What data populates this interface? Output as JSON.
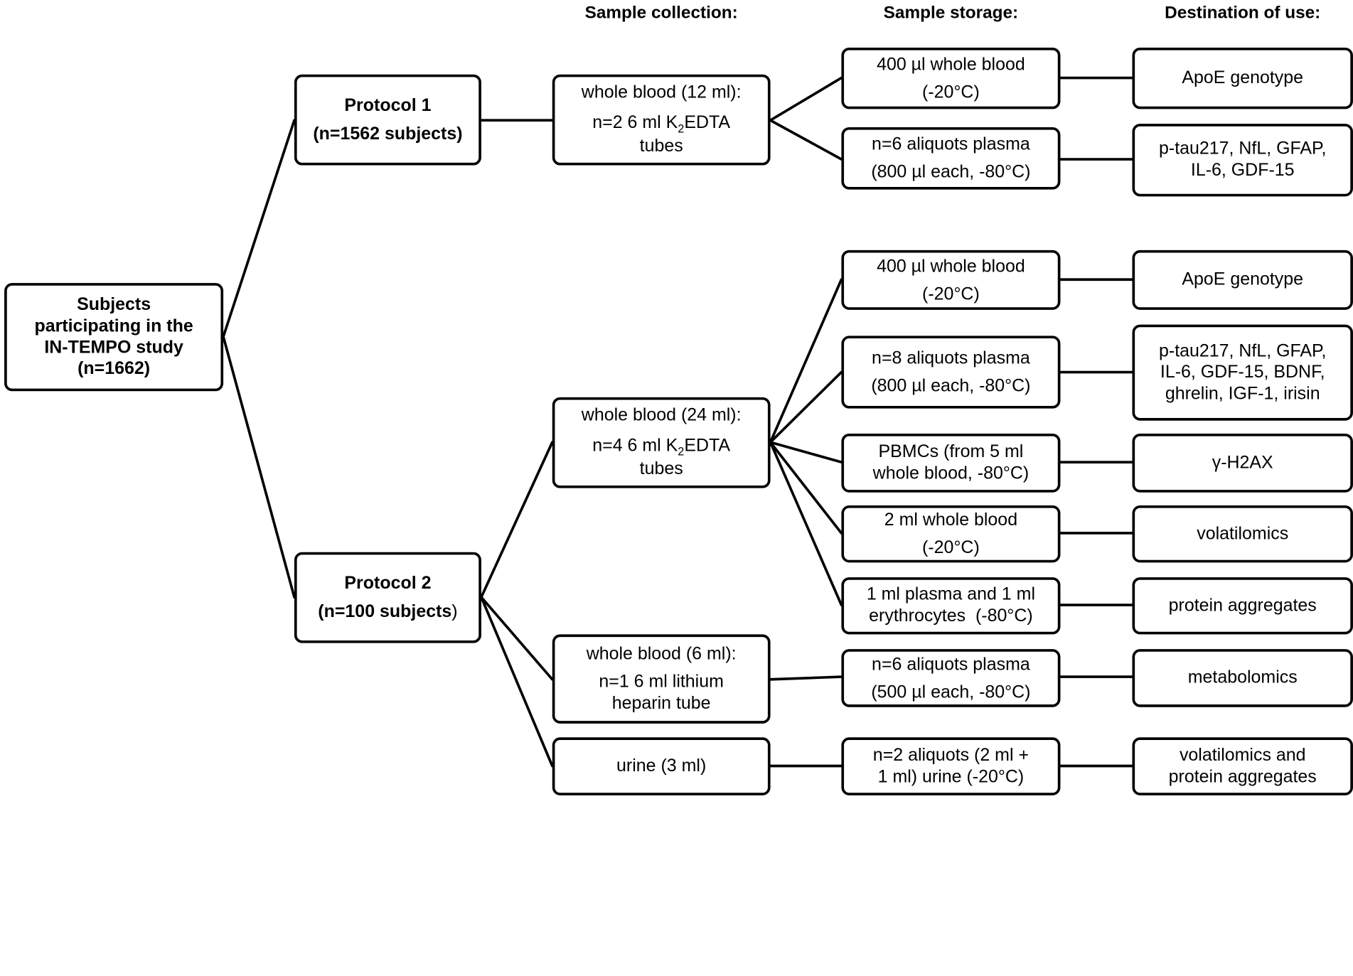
{
  "headers": {
    "collection": "Sample collection:",
    "storage": "Sample storage:",
    "destination": "Destination of use:"
  },
  "root": {
    "lines": [
      "Subjects",
      "participating in the",
      "IN-TEMPO study",
      "(n=1662)"
    ]
  },
  "protocol1": {
    "lines": [
      "Protocol 1",
      "(n=1562 subjects)"
    ]
  },
  "protocol2": {
    "line1": "Protocol 2",
    "line2a": "(n=100 subjects",
    "line2b": ")"
  },
  "collection": {
    "p1_blood": {
      "line1": "whole blood (12 ml):",
      "line2a": "n=2 6 ml K",
      "line2sub": "2",
      "line2b": "EDTA",
      "line3": "tubes"
    },
    "p2_blood": {
      "line1": "whole blood (24 ml):",
      "line2a": "n=4 6 ml K",
      "line2sub": "2",
      "line2b": "EDTA",
      "line3": "tubes"
    },
    "p2_heparin": {
      "lines": [
        "whole blood (6 ml):",
        "n=1 6 ml lithium",
        "heparin tube"
      ]
    },
    "p2_urine": {
      "lines": [
        "urine (3 ml)"
      ]
    }
  },
  "storage": {
    "s1": {
      "lines": [
        "400 µl whole blood",
        "(-20°C)"
      ]
    },
    "s2": {
      "lines": [
        "n=6 aliquots plasma",
        "(800 µl each, -80°C)"
      ]
    },
    "s3": {
      "lines": [
        "400 µl whole blood",
        "(-20°C)"
      ]
    },
    "s4": {
      "lines": [
        "n=8 aliquots plasma",
        "(800 µl each, -80°C)"
      ]
    },
    "s5": {
      "lines": [
        "PBMCs (from 5 ml",
        "whole blood, -80°C)"
      ]
    },
    "s6": {
      "lines": [
        "2 ml whole blood",
        "(-20°C)"
      ]
    },
    "s7": {
      "lines": [
        "1 ml plasma and 1 ml",
        "erythrocytes  (-80°C)"
      ]
    },
    "s8": {
      "lines": [
        "n=6 aliquots plasma",
        "(500 µl each, -80°C)"
      ]
    },
    "s9": {
      "lines": [
        "n=2 aliquots (2 ml +",
        "1 ml) urine (-20°C)"
      ]
    }
  },
  "destination": {
    "d1": {
      "lines": [
        "ApoE genotype"
      ]
    },
    "d2": {
      "lines": [
        "p-tau217, NfL, GFAP,",
        "IL-6, GDF-15"
      ]
    },
    "d3": {
      "lines": [
        "ApoE genotype"
      ]
    },
    "d4": {
      "lines": [
        "p-tau217, NfL, GFAP,",
        "IL-6, GDF-15, BDNF,",
        "ghrelin, IGF-1, irisin"
      ]
    },
    "d5": {
      "lines": [
        "γ-H2AX"
      ]
    },
    "d6": {
      "lines": [
        "volatilomics"
      ]
    },
    "d7": {
      "lines": [
        "protein aggregates"
      ]
    },
    "d8": {
      "lines": [
        "metabolomics"
      ]
    },
    "d9": {
      "lines": [
        "volatilomics and",
        "protein aggregates"
      ]
    }
  }
}
